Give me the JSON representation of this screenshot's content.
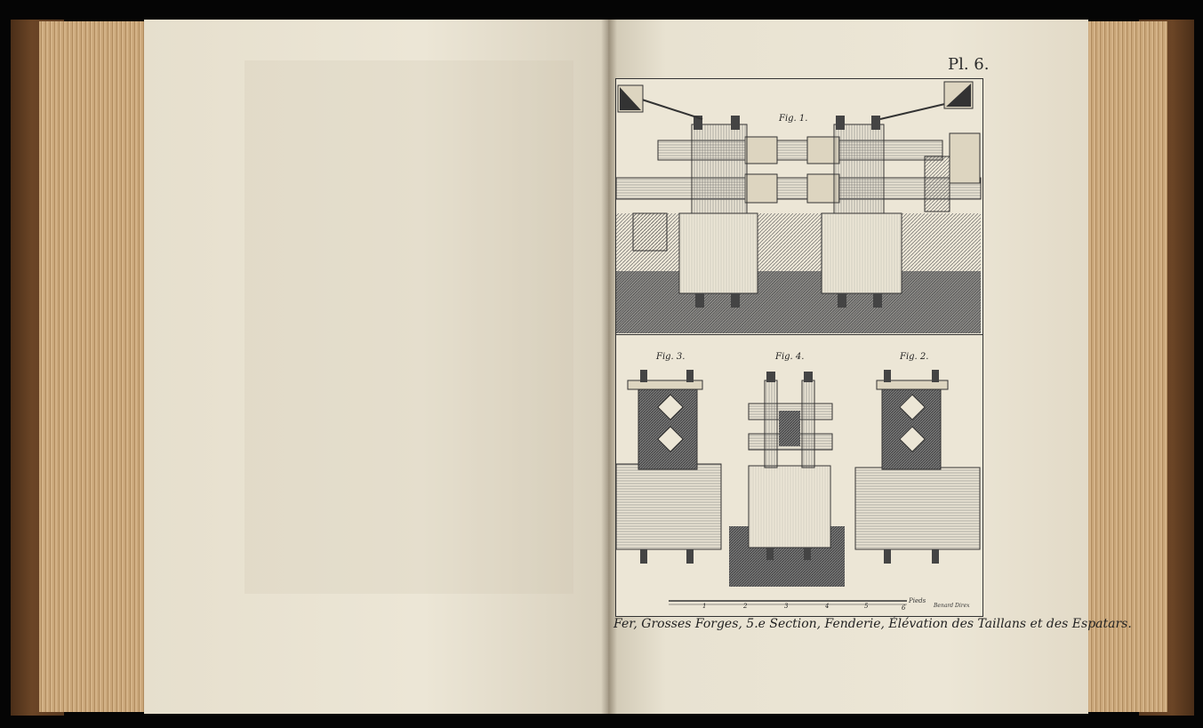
{
  "plate": {
    "number": "Pl. 6.",
    "caption": "Fer, Grosses Forges, 5.e Section, Fenderie, Élévation des Taillans et des Espatars.",
    "engraver": "Benard Direx",
    "figures": [
      "Fig. 1.",
      "Fig. 3.",
      "Fig. 4.",
      "Fig. 2."
    ],
    "scale_unit": "Pieds",
    "scale_ticks": [
      "1",
      "2",
      "3",
      "4",
      "5",
      "6"
    ]
  }
}
